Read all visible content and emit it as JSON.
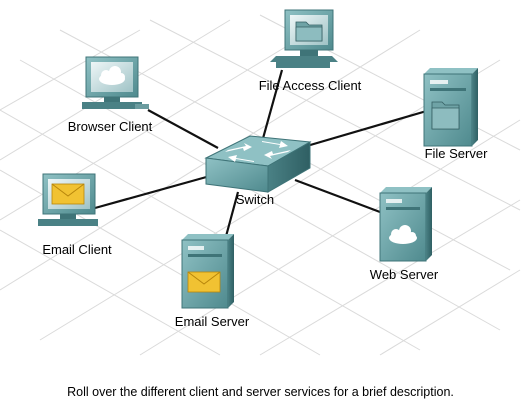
{
  "labels": {
    "file_access_client": "File Access Client",
    "browser_client": "Browser Client",
    "file_server": "File Server",
    "switch": "Switch",
    "email_client": "Email Client",
    "web_server": "Web Server",
    "email_server": "Email Server"
  },
  "caption": "Roll over the different client and server services for a brief description.",
  "colors": {
    "device_teal": "#5f9b9f",
    "device_dark": "#3f7478",
    "screen_light": "#d6e6e8",
    "mail_yellow": "#f1c232",
    "link_line": "#111111",
    "grid_line": "#d9d9d9"
  },
  "icons": [
    "folder-icon",
    "cloud-icon",
    "envelope-icon",
    "switch-arrows-icon"
  ]
}
